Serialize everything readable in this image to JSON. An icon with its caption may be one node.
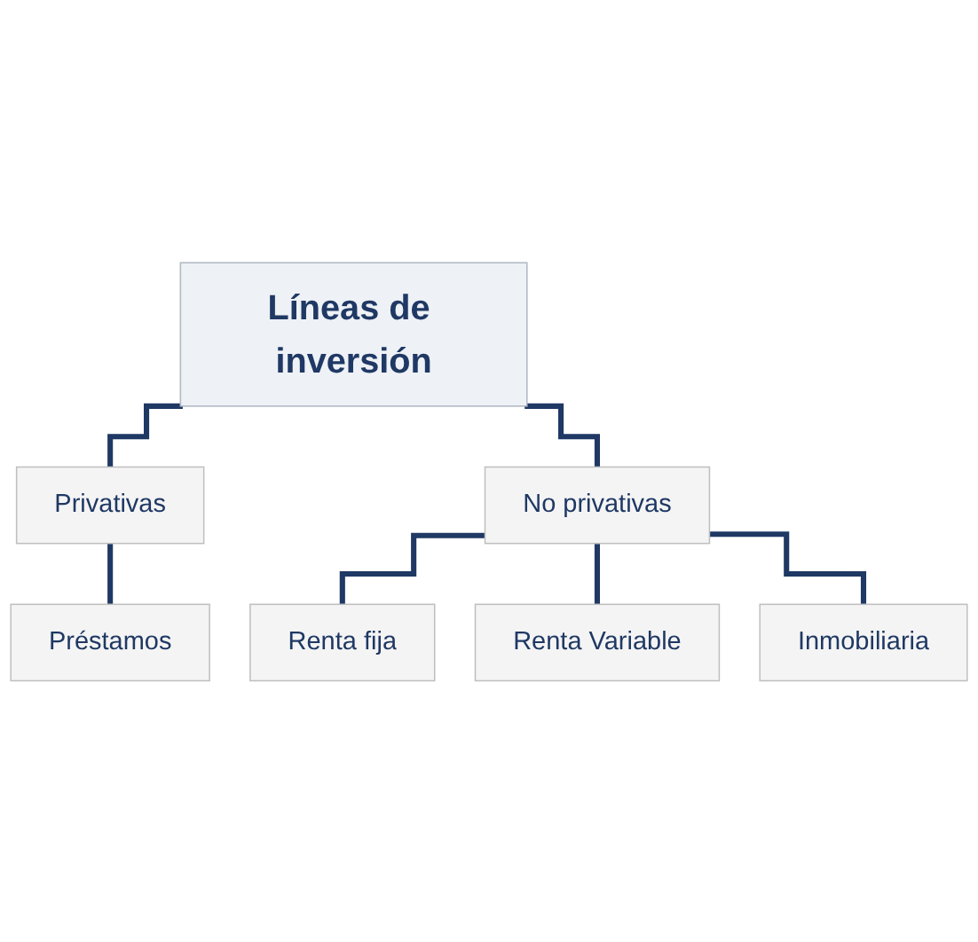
{
  "diagram": {
    "nodes": [
      {
        "text": [
          "Líneas de inversión"
        ]
      },
      {
        "text": [
          "Privativas"
        ]
      },
      {
        "text": [
          "No privativas"
        ]
      },
      {
        "text": [
          "Préstamos"
        ]
      },
      {
        "text": [
          "Renta fija"
        ]
      },
      {
        "text": [
          "Renta Variable"
        ]
      },
      {
        "text": [
          "Inmobiliaria"
        ]
      }
    ],
    "edges": [
      {
        "from": 0,
        "to": 1,
        "arrow": "none"
      },
      {
        "from": 0,
        "to": 2,
        "arrow": "none"
      },
      {
        "from": 1,
        "to": 3,
        "arrow": "none"
      },
      {
        "from": 2,
        "to": 4,
        "arrow": "none"
      },
      {
        "from": 2,
        "to": 5,
        "arrow": "none"
      },
      {
        "from": 2,
        "to": 6,
        "arrow": "none"
      }
    ]
  }
}
